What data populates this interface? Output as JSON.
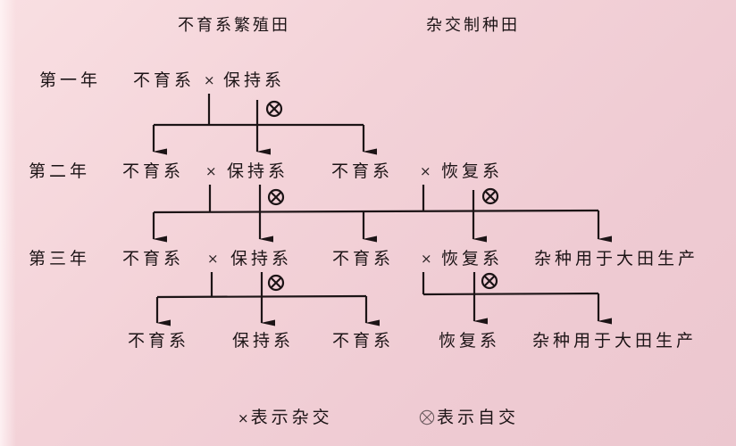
{
  "headers": {
    "left": "不育系繁殖田",
    "right": "杂交制种田"
  },
  "rows": [
    {
      "year": "第一年",
      "items": [
        "不育系",
        "保持系"
      ],
      "cross_symbol": "×"
    },
    {
      "year": "第二年",
      "items": [
        "不育系",
        "保持系",
        "不育系",
        "恢复系"
      ],
      "cross_symbol": "×"
    },
    {
      "year": "第三年",
      "items": [
        "不育系",
        "保持系",
        "不育系",
        "恢复系",
        "杂种用于大田生产"
      ],
      "cross_symbol": "×"
    },
    {
      "year": "",
      "items": [
        "不育系",
        "保持系",
        "不育系",
        "恢复系",
        "杂种用于大田生产"
      ]
    }
  ],
  "legend": {
    "cross_symbol": "×",
    "cross_label": "表示杂交",
    "self_symbol": "⊗",
    "self_label": "表示自交"
  },
  "colors": {
    "background": "#f3d2d8",
    "ink": "#1c1416"
  }
}
